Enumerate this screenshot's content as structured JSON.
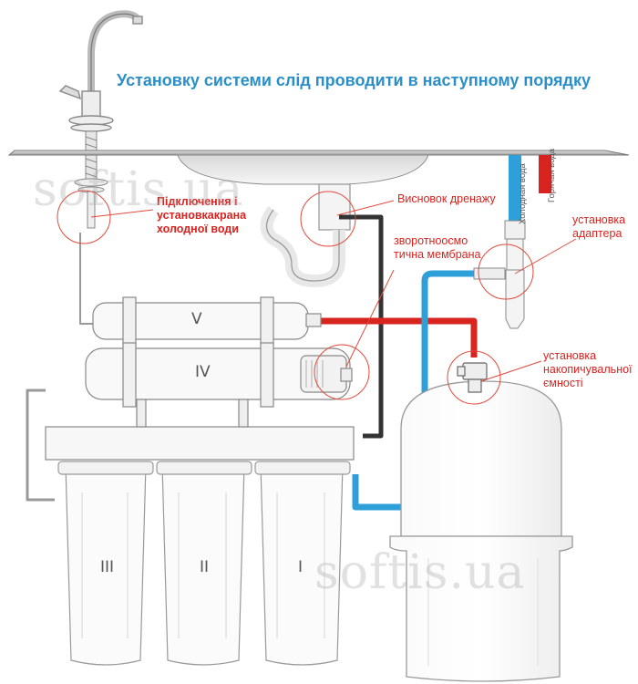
{
  "title": "Установку системи слід проводити в наступному порядку",
  "labels": {
    "cold_water": "Підключення і\nустановкакрана\nхолодної води",
    "drain": "Висновок дренажу",
    "membrane": "зворотноосмо\nтична мембрана",
    "adapter": "установка\nадаптера",
    "tank": "установка\nнакопичувальної\nємності"
  },
  "pipe_labels": {
    "cold": "Холодная вода",
    "hot": "Горячая вода"
  },
  "stages": {
    "s1": "I",
    "s2": "II",
    "s3": "III",
    "s4": "IV",
    "s5": "V"
  },
  "watermark": "softis.ua",
  "colors": {
    "title": "#2a8fc8",
    "label": "#d8231f",
    "blue_tube": "#2e9fd8",
    "red_tube": "#d8231f",
    "dark_tube": "#333333"
  }
}
